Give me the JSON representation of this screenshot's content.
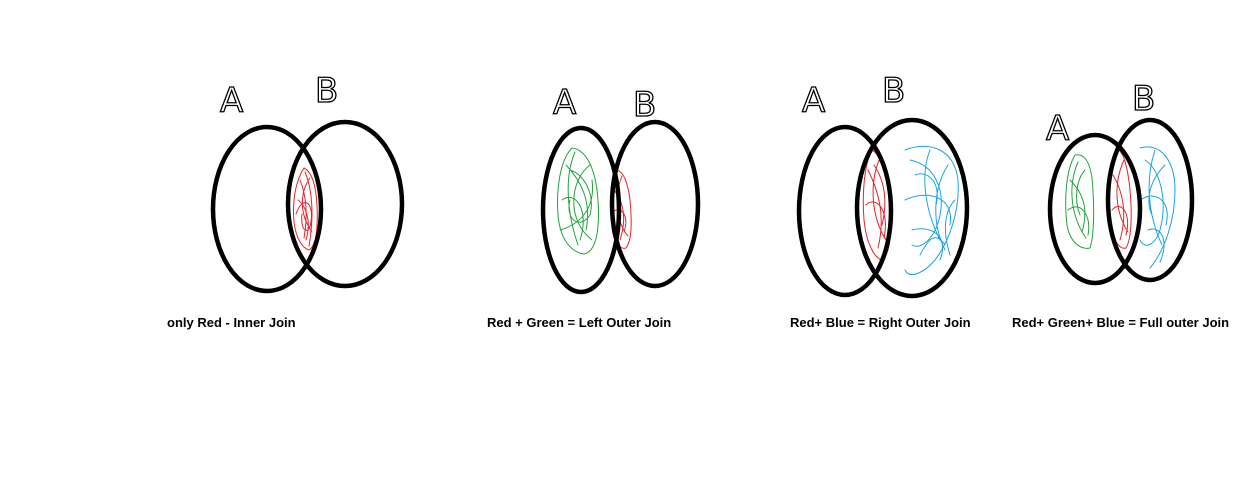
{
  "colors": {
    "outline": "#000000",
    "red": "#e8202a",
    "green": "#22a33a",
    "blue": "#1aa3e0",
    "background": "#ffffff"
  },
  "diagrams": [
    {
      "label_a": "A",
      "label_b": "B",
      "caption": "only Red - Inner Join",
      "shaded": [
        "red"
      ]
    },
    {
      "label_a": "A",
      "label_b": "B",
      "caption": "Red + Green = Left Outer Join",
      "shaded": [
        "red",
        "green"
      ]
    },
    {
      "label_a": "A",
      "label_b": "B",
      "caption": "Red+ Blue = Right Outer Join",
      "shaded": [
        "red",
        "blue"
      ]
    },
    {
      "label_a": "A",
      "label_b": "B",
      "caption": "Red+ Green+ Blue = Full outer Join",
      "shaded": [
        "red",
        "green",
        "blue"
      ]
    }
  ]
}
